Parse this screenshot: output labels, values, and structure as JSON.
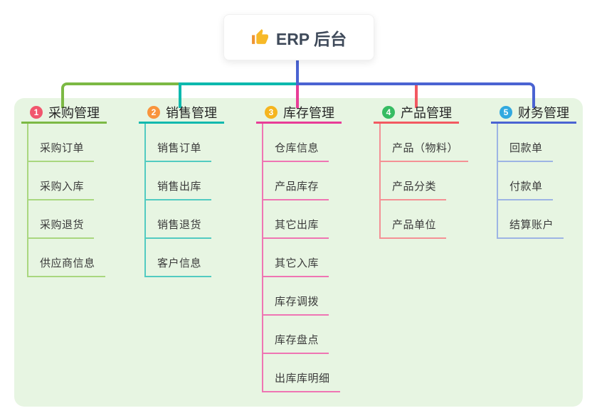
{
  "colors": {
    "canvas_bg": "#ffffff",
    "panel_bg": "#e7f5e2",
    "root_text": "#3f4a5a",
    "root_line": "#4a63d2",
    "header_text": "#262626",
    "child_text": "#3a3a3a",
    "thumb_icon": "#f7b928",
    "thumb_cuff": "#ef9533"
  },
  "root": {
    "icon": "thumbs-up-icon",
    "label": "ERP 后台"
  },
  "branches": [
    {
      "num": "1",
      "label": "采购管理",
      "badge_color": "#f1566d",
      "line_color": "#7cb944",
      "child_line_color": "#a9d77f",
      "children": [
        "采购订单",
        "采购入库",
        "采购退货",
        "供应商信息"
      ]
    },
    {
      "num": "2",
      "label": "销售管理",
      "badge_color": "#f9943c",
      "line_color": "#0db9ae",
      "child_line_color": "#52cbc1",
      "children": [
        "销售订单",
        "销售出库",
        "销售退货",
        "客户信息"
      ]
    },
    {
      "num": "3",
      "label": "库存管理",
      "badge_color": "#f5b51f",
      "line_color": "#e83d97",
      "child_line_color": "#ef75b3",
      "children": [
        "仓库信息",
        "产品库存",
        "其它出库",
        "其它入库",
        "库存调拨",
        "库存盘点",
        "出库库明细"
      ]
    },
    {
      "num": "4",
      "label": "产品管理",
      "badge_color": "#36bc62",
      "line_color": "#f25961",
      "child_line_color": "#f49195",
      "children": [
        "产品（物料）",
        "产品分类",
        "产品单位"
      ]
    },
    {
      "num": "5",
      "label": "财务管理",
      "badge_color": "#31a9e0",
      "line_color": "#4a63d2",
      "child_line_color": "#9db4e4",
      "children": [
        "回款单",
        "付款单",
        "结算账户"
      ]
    }
  ]
}
